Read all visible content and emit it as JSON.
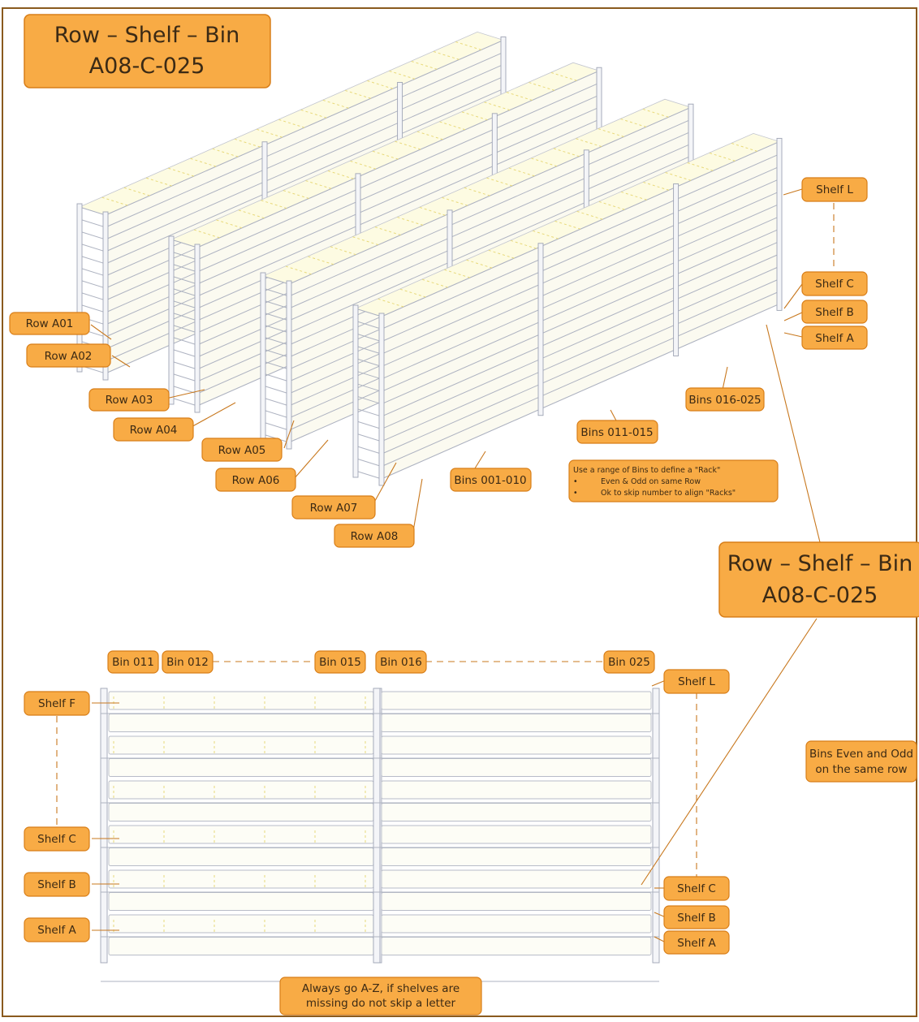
{
  "title_box_top": {
    "line1": "Row – Shelf – Bin",
    "line2": "A08-C-025"
  },
  "title_box_right": {
    "line1": "Row – Shelf – Bin",
    "line2": "A08-C-025"
  },
  "row_labels": [
    "Row A01",
    "Row A02",
    "Row A03",
    "Row A04",
    "Row A05",
    "Row A06",
    "Row A07",
    "Row A08"
  ],
  "iso_shelf_labels": {
    "top": "Shelf L",
    "c": "Shelf C",
    "b": "Shelf B",
    "a": "Shelf A"
  },
  "bin_range_labels": {
    "first": "Bins 001-010",
    "second": "Bins 011-015",
    "third": "Bins 016-025"
  },
  "rack_note": {
    "line1": "Use a range of Bins to define a \"Rack\"",
    "bullet1": "Even & Odd on same Row",
    "bullet2": "Ok to skip number to align \"Racks\""
  },
  "front_bin_labels": {
    "b011": "Bin 011",
    "b012": "Bin 012",
    "b015": "Bin 015",
    "b016": "Bin 016",
    "b025": "Bin 025"
  },
  "front_left_shelves": {
    "f": "Shelf F",
    "c": "Shelf C",
    "b": "Shelf B",
    "a": "Shelf A"
  },
  "front_right_shelves": {
    "l": "Shelf L",
    "c": "Shelf C",
    "b": "Shelf B",
    "a": "Shelf A"
  },
  "bins_note": {
    "line1": "Bins Even and Odd",
    "line2": "on the same row"
  },
  "bottom_note": {
    "line1": "Always go A-Z, if shelves are",
    "line2": "missing do not skip a letter"
  },
  "colors": {
    "tag_fill": "#f8ab45",
    "tag_stroke": "#d87e18",
    "leader": "#c8781e",
    "frame_border": "#8a5a1e"
  }
}
